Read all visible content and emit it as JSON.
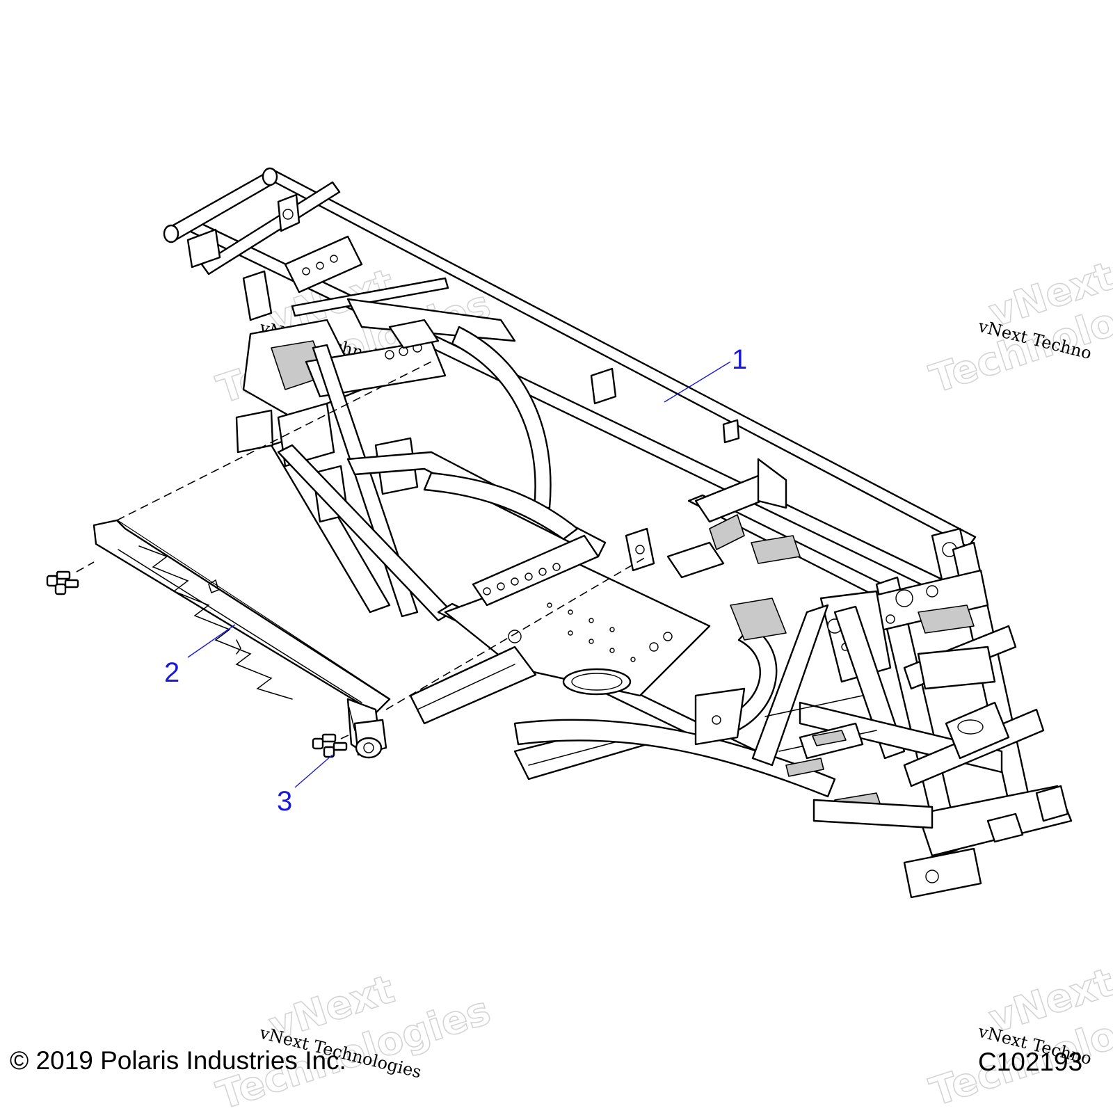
{
  "diagram": {
    "callouts": [
      {
        "label": "1"
      },
      {
        "label": "2"
      },
      {
        "label": "3"
      }
    ],
    "callout_color": "#1a1ad6"
  },
  "watermark": {
    "line_text": "vNext Technologies",
    "line_text_right": "vNext Techno",
    "big_top": "vNext",
    "big_bottom": "Technologies",
    "big_bottom_right": "Technolog",
    "big_top_right": "vNext"
  },
  "footer": {
    "copyright": "© 2019 Polaris Industries Inc.",
    "code": "C102193"
  }
}
